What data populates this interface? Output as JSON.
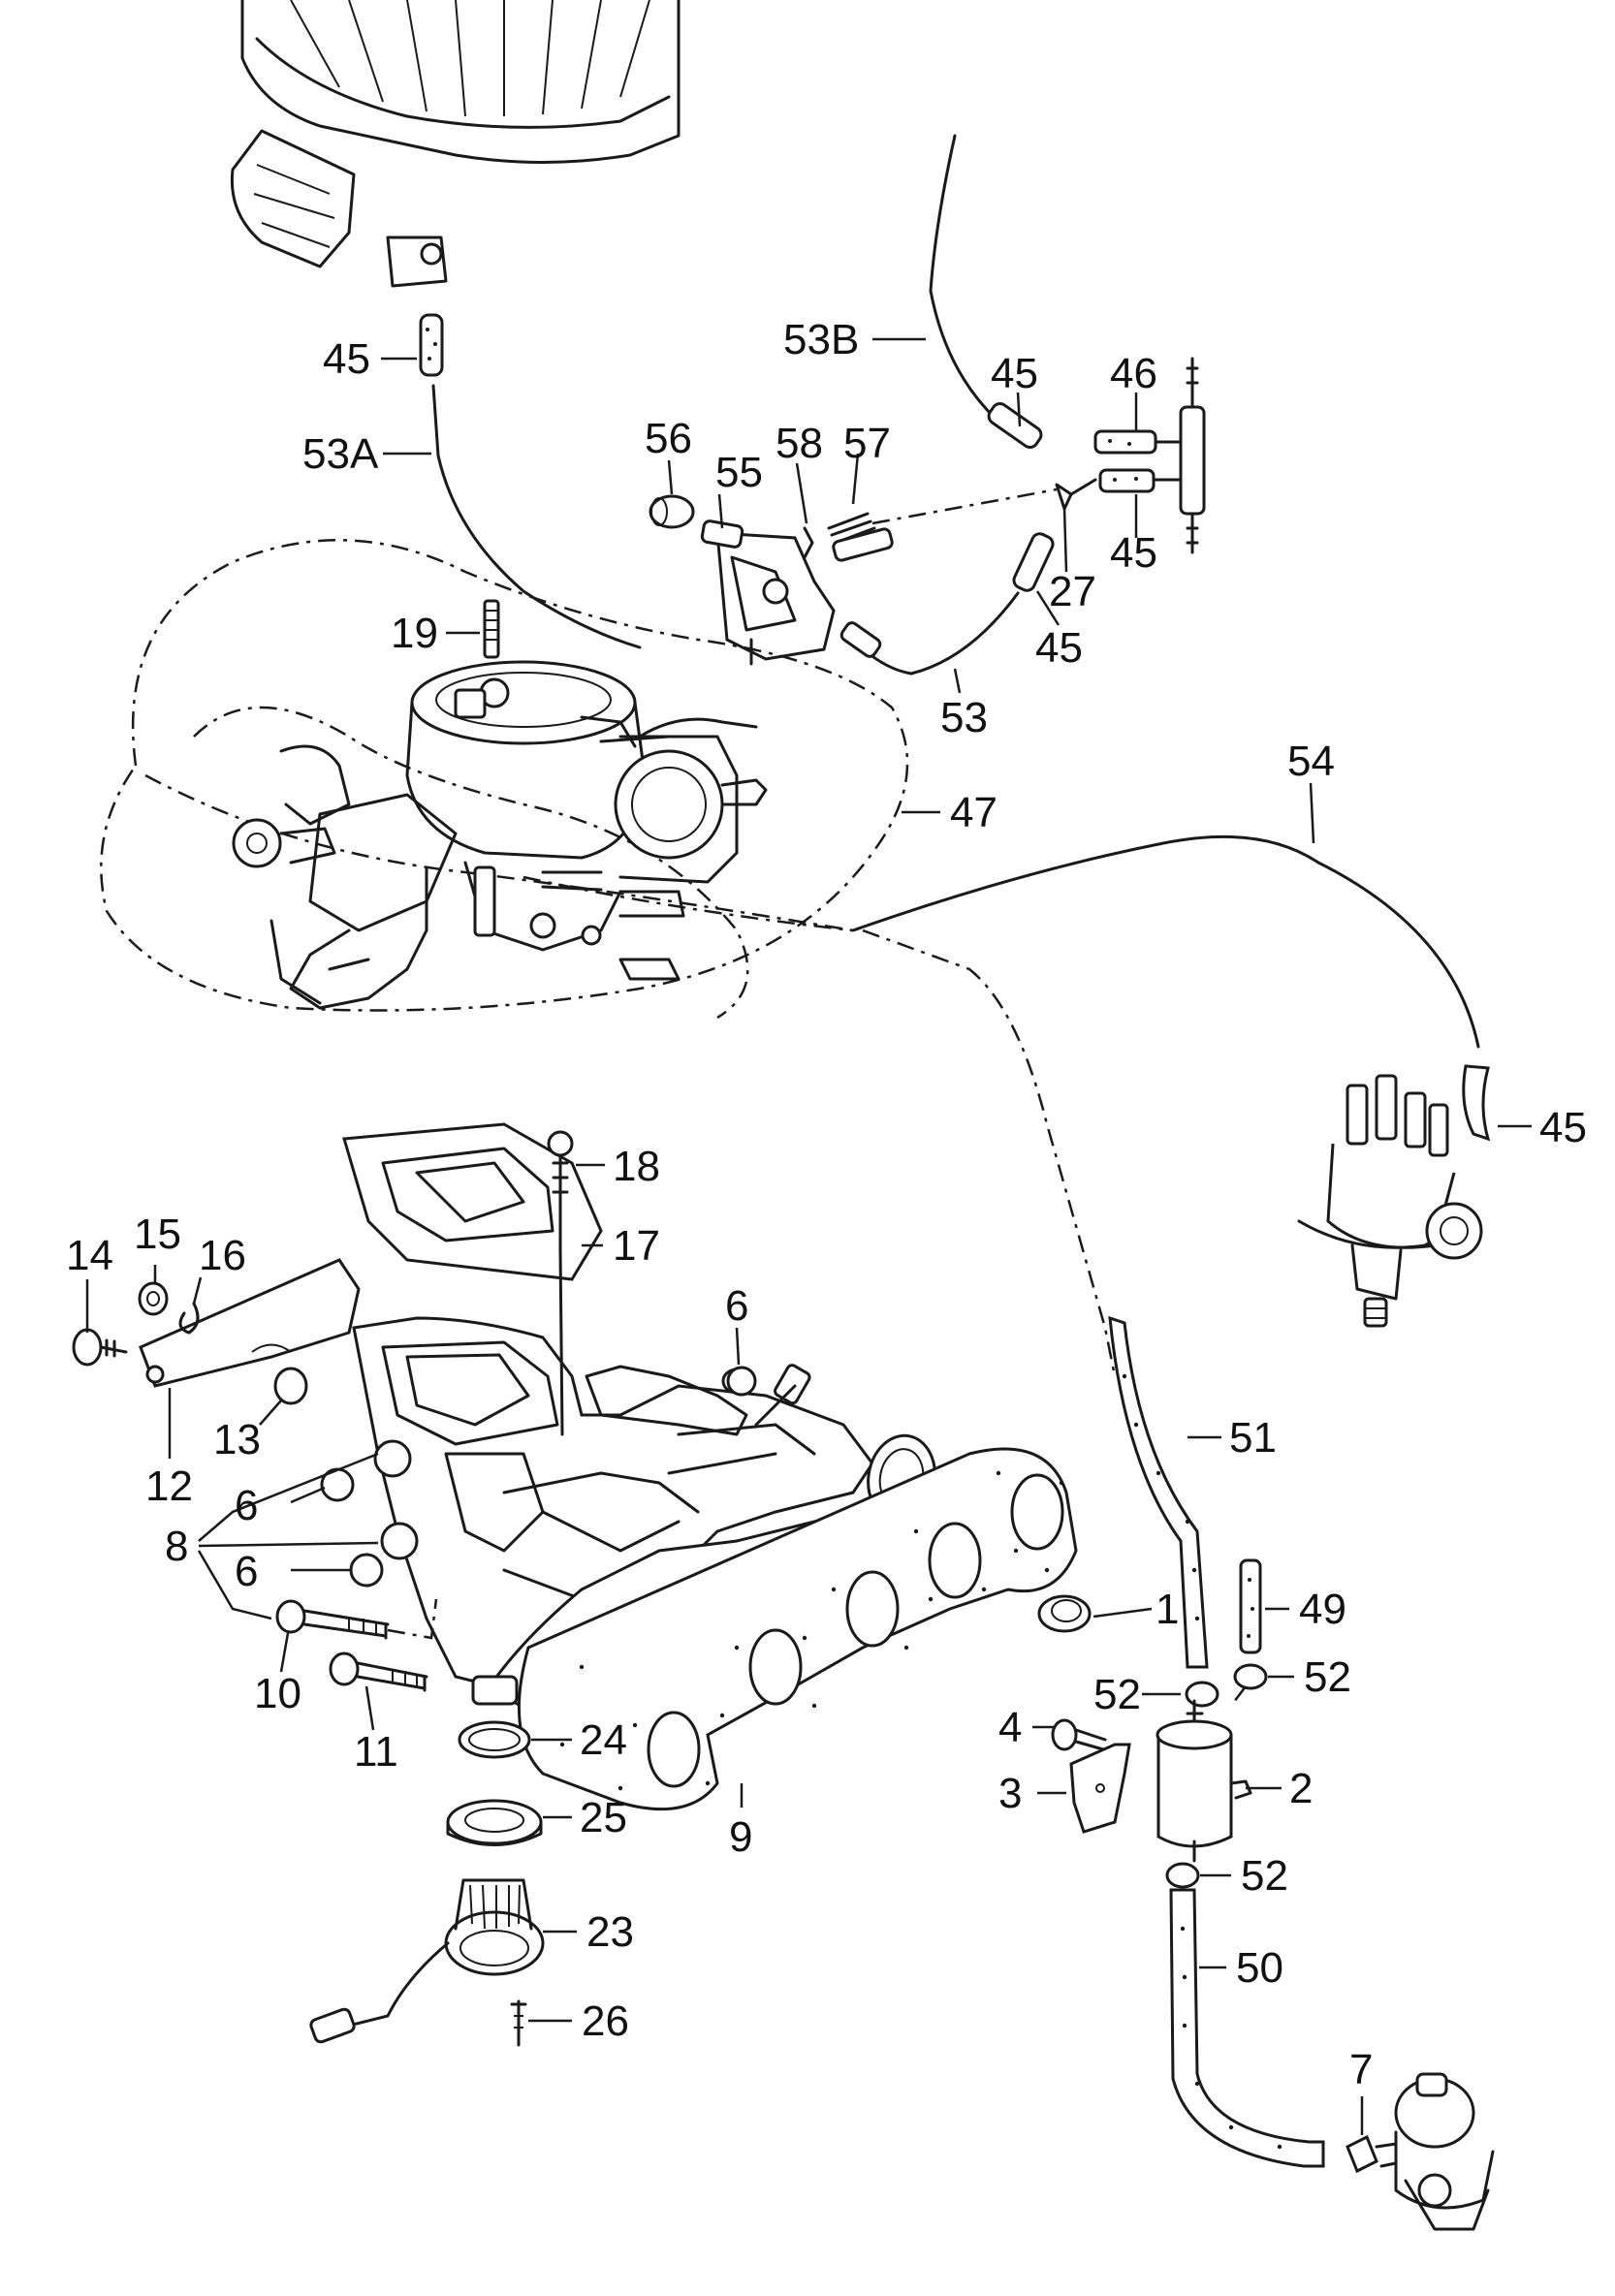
{
  "labels": {
    "c45_top": "45",
    "c53a": "53A",
    "c53b": "53B",
    "c45_b": "45",
    "c46": "46",
    "c56": "56",
    "c58": "58",
    "c57": "57",
    "c55": "55",
    "c45_c": "45",
    "c27": "27",
    "c45_d": "45",
    "c19": "19",
    "c53": "53",
    "c47": "47",
    "c54": "54",
    "c45_e": "45",
    "c18": "18",
    "c17": "17",
    "c15": "15",
    "c16": "16",
    "c14": "14",
    "c6_a": "6",
    "c51": "51",
    "c13": "13",
    "c12": "12",
    "c6_b": "6",
    "c8": "8",
    "c6_c": "6",
    "c1": "1",
    "c49": "49",
    "c10": "10",
    "c52_a": "52",
    "c52_b": "52",
    "c11": "11",
    "c24": "24",
    "c4": "4",
    "c2": "2",
    "c3": "3",
    "c9": "9",
    "c25": "25",
    "c52_c": "52",
    "c23": "23",
    "c50": "50",
    "c26": "26",
    "c7": "7"
  }
}
